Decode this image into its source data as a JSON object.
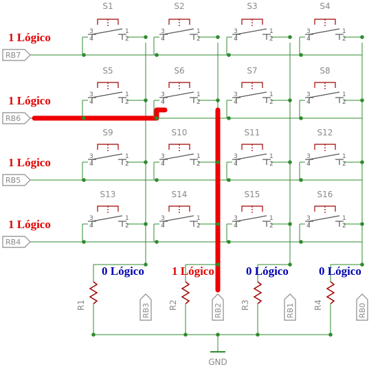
{
  "switches": [
    "S1",
    "S2",
    "S3",
    "S4",
    "S5",
    "S6",
    "S7",
    "S8",
    "S9",
    "S10",
    "S11",
    "S12",
    "S13",
    "S14",
    "S15",
    "S16"
  ],
  "switch_pins": [
    "1",
    "2",
    "3",
    "4"
  ],
  "row_ports": [
    "RB7",
    "RB6",
    "RB5",
    "RB4"
  ],
  "row_logic": [
    "1 Lógico",
    "1 Lógico",
    "1 Lógico",
    "1 Lógico"
  ],
  "column_logic": [
    "0 Lógico",
    "1 Lógico",
    "0 Lógico",
    "0 Lógico"
  ],
  "resistors": [
    "R1",
    "R2",
    "R3",
    "R4"
  ],
  "column_ports": [
    "RB3",
    "RB2",
    "RB1",
    "RB0"
  ],
  "ground_label": "GND",
  "colors": {
    "wire": "#2e8b2e",
    "logic_high": "#e00000",
    "logic_low": "#0000b0",
    "highlight": "#ee0000",
    "label_gray": "#8a8a8a",
    "switch_cap": "#a00000"
  }
}
